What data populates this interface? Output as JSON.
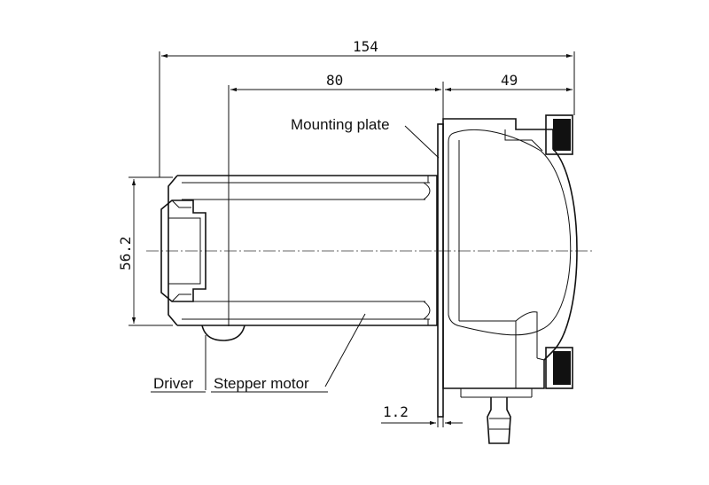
{
  "dimensions": {
    "total_length": "154",
    "motor_length": "80",
    "head_length": "49",
    "height": "56.2",
    "plate_thickness": "1.2"
  },
  "labels": {
    "mounting_plate": "Mounting plate",
    "driver": "Driver",
    "stepper_motor": "Stepper motor"
  }
}
